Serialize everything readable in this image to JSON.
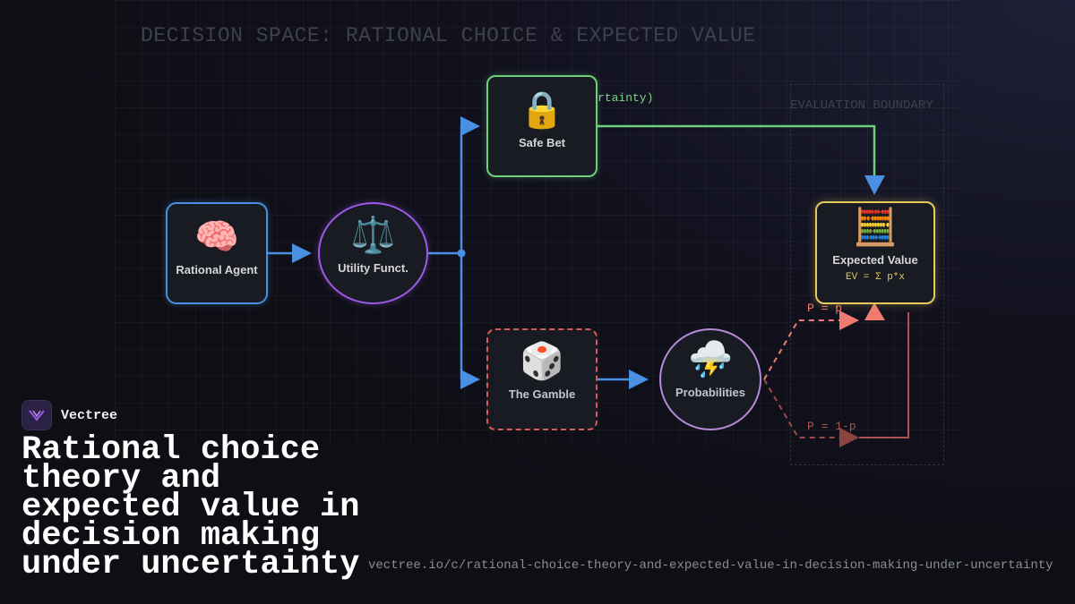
{
  "diagram": {
    "title": "DECISION SPACE: RATIONAL CHOICE & EXPECTED VALUE",
    "boundary_label": "EVALUATION BOUNDARY",
    "certainty_label": "rtainty)",
    "nodes": {
      "agent": {
        "icon": "🧠",
        "icon_name": "brain-icon",
        "label": "Rational Agent"
      },
      "utility": {
        "icon": "⚖️",
        "icon_name": "scales-icon",
        "label": "Utility Funct."
      },
      "safe_bet": {
        "icon": "🔒",
        "icon_name": "lock-icon",
        "label": "Safe Bet"
      },
      "gamble": {
        "icon": "🎲",
        "icon_name": "dice-icon",
        "label": "The Gamble"
      },
      "probabilities": {
        "icon": "⛈️",
        "icon_name": "storm-icon",
        "label": "Probabilities"
      },
      "expected_value": {
        "icon": "🧮",
        "icon_name": "abacus-icon",
        "label": "Expected Value",
        "formula": "EV = Σ p*x"
      }
    },
    "edge_labels": {
      "p": "P = p",
      "one_minus_p": "P = 1-p"
    },
    "colors": {
      "blue": "#4a90e2",
      "purple": "#9b59e6",
      "green": "#6ccf7a",
      "red": "#d95a5a",
      "gold": "#e6c95a",
      "salmon": "#f07b70"
    }
  },
  "brand": {
    "name": "Vectree",
    "logo_icon": "vectree-logo-icon"
  },
  "headline": "Rational choice theory and expected value in decision making under uncertainty",
  "url": "vectree.io/c/rational-choice-theory-and-expected-value-in-decision-making-under-uncertainty"
}
